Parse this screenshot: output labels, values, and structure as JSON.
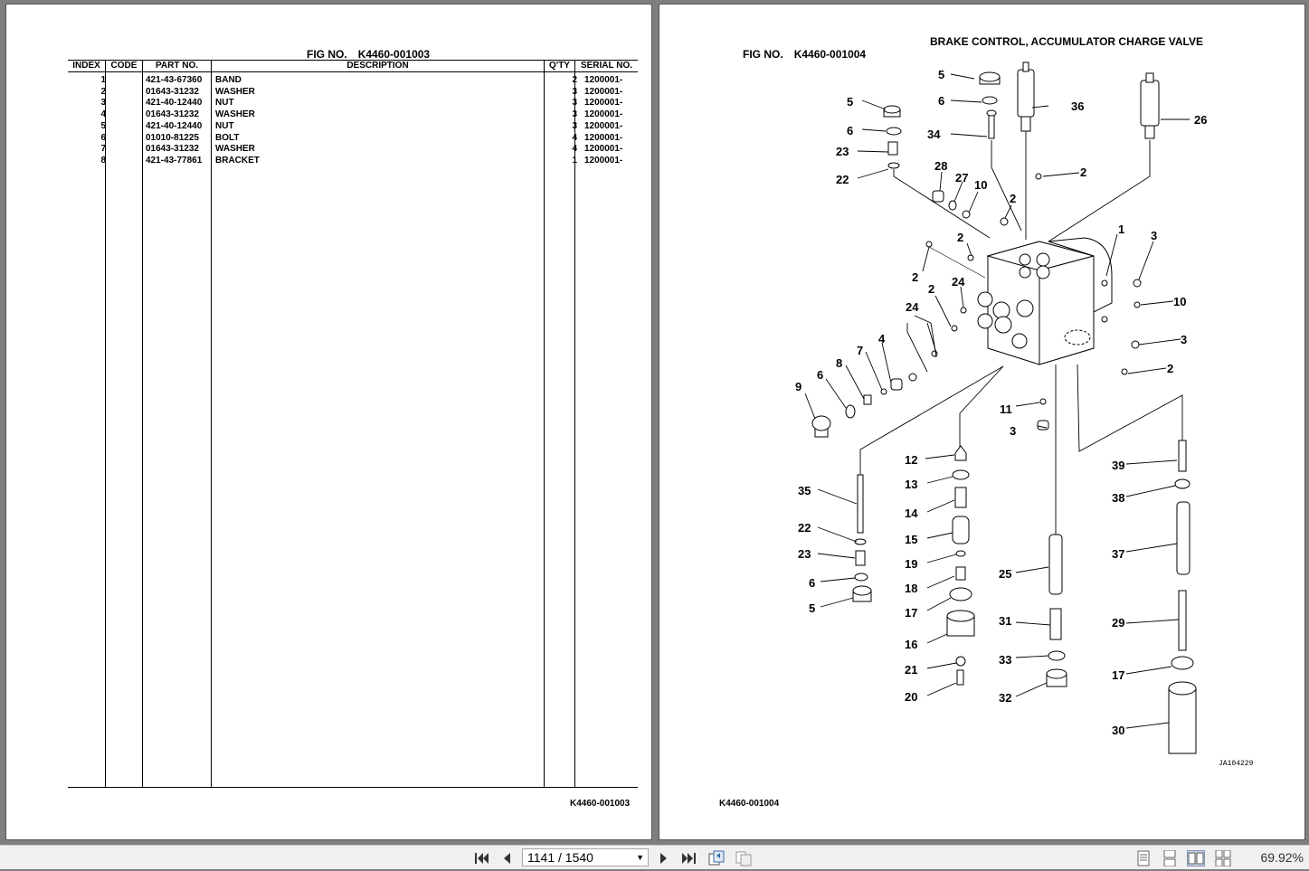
{
  "left_page": {
    "fig_label": "FIG NO.",
    "fig_no": "K4460-001003",
    "footer_code": "K4460-001003",
    "table": {
      "headers": [
        "INDEX",
        "CODE",
        "PART NO.",
        "DESCRIPTION",
        "Q'TY",
        "SERIAL NO."
      ],
      "rows": [
        {
          "index": "1",
          "part_no": "421-43-67360",
          "description": "BAND",
          "qty": "2",
          "serial": "1200001-"
        },
        {
          "index": "2",
          "part_no": "01643-31232",
          "description": "WASHER",
          "qty": "3",
          "serial": "1200001-"
        },
        {
          "index": "3",
          "part_no": "421-40-12440",
          "description": "NUT",
          "qty": "3",
          "serial": "1200001-"
        },
        {
          "index": "4",
          "part_no": "01643-31232",
          "description": "WASHER",
          "qty": "3",
          "serial": "1200001-"
        },
        {
          "index": "5",
          "part_no": "421-40-12440",
          "description": "NUT",
          "qty": "3",
          "serial": "1200001-"
        },
        {
          "index": "6",
          "part_no": "01010-81225",
          "description": "BOLT",
          "qty": "4",
          "serial": "1200001-"
        },
        {
          "index": "7",
          "part_no": "01643-31232",
          "description": "WASHER",
          "qty": "4",
          "serial": "1200001-"
        },
        {
          "index": "8",
          "part_no": "421-43-77861",
          "description": "BRACKET",
          "qty": "1",
          "serial": "1200001-"
        }
      ]
    }
  },
  "right_page": {
    "fig_label": "FIG NO.",
    "fig_no": "K4460-001004",
    "title": "BRAKE CONTROL, ACCUMULATOR CHARGE VALVE",
    "footer_code": "K4460-001004",
    "drawing_code": "JA104229",
    "callouts": [
      "5",
      "6",
      "36",
      "26",
      "5",
      "6",
      "34",
      "23",
      "22",
      "28",
      "27",
      "10",
      "2",
      "2",
      "1",
      "3",
      "2",
      "2",
      "2",
      "24",
      "10",
      "24",
      "3",
      "2",
      "7",
      "4",
      "8",
      "6",
      "9",
      "11",
      "3",
      "12",
      "13",
      "14",
      "15",
      "19",
      "18",
      "17",
      "16",
      "21",
      "20",
      "35",
      "22",
      "23",
      "6",
      "5",
      "25",
      "31",
      "33",
      "32",
      "39",
      "38",
      "37",
      "29",
      "17",
      "30"
    ]
  },
  "toolbar": {
    "page_current": "1141",
    "page_separator": "/",
    "page_total": "1540",
    "zoom": "69.92%",
    "icons": [
      "first-page-icon",
      "prev-page-icon",
      "next-page-icon",
      "last-page-icon",
      "rotate-icon",
      "extract-icon",
      "single-page-icon",
      "continuous-icon",
      "facing-icon",
      "continuous-facing-icon"
    ]
  }
}
